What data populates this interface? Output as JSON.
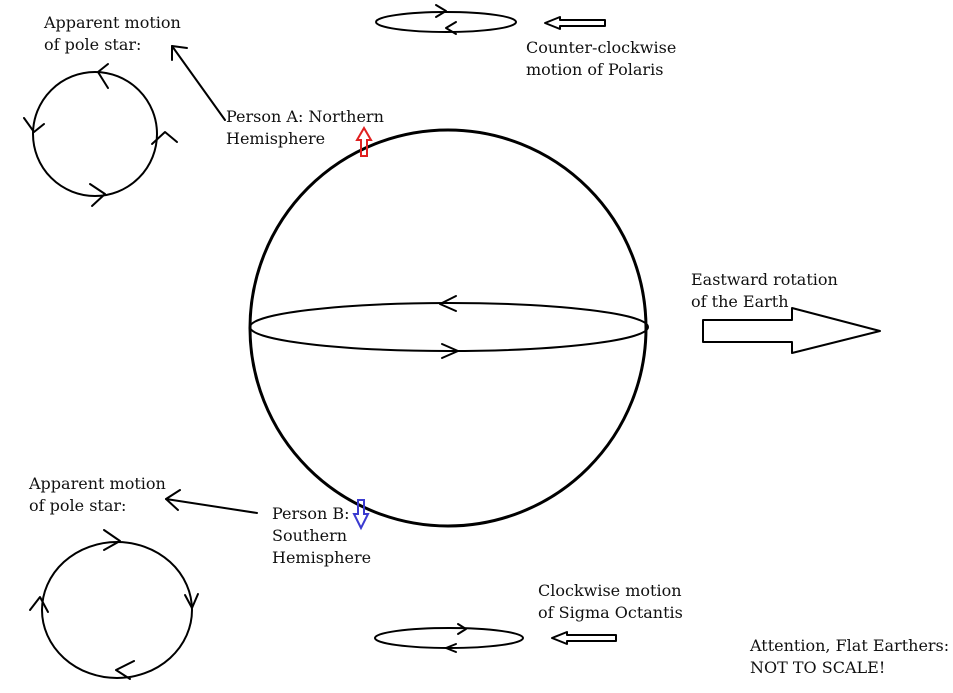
{
  "labels": {
    "north_pole_star_line1": "Apparent motion",
    "north_pole_star_line2": "of pole star:",
    "polaris_line1": "Counter-clockwise",
    "polaris_line2": "motion of Polaris",
    "person_a_line1": "Person A: Northern",
    "person_a_line2": "Hemisphere",
    "rotation_line1": "Eastward rotation",
    "rotation_line2": "of the Earth",
    "south_pole_star_line1": "Apparent motion",
    "south_pole_star_line2": "of pole star:",
    "person_b_line1": "Person B:",
    "person_b_line2": "Southern",
    "person_b_line3": "Hemisphere",
    "sigma_line1": "Clockwise motion",
    "sigma_line2": "of Sigma Octantis",
    "note_line1": "Attention, Flat Earthers:",
    "note_line2": "NOT TO SCALE!"
  },
  "colors": {
    "person_a_arrow": "#e02020",
    "person_b_arrow": "#3a3ad0",
    "ink": "#000000"
  }
}
